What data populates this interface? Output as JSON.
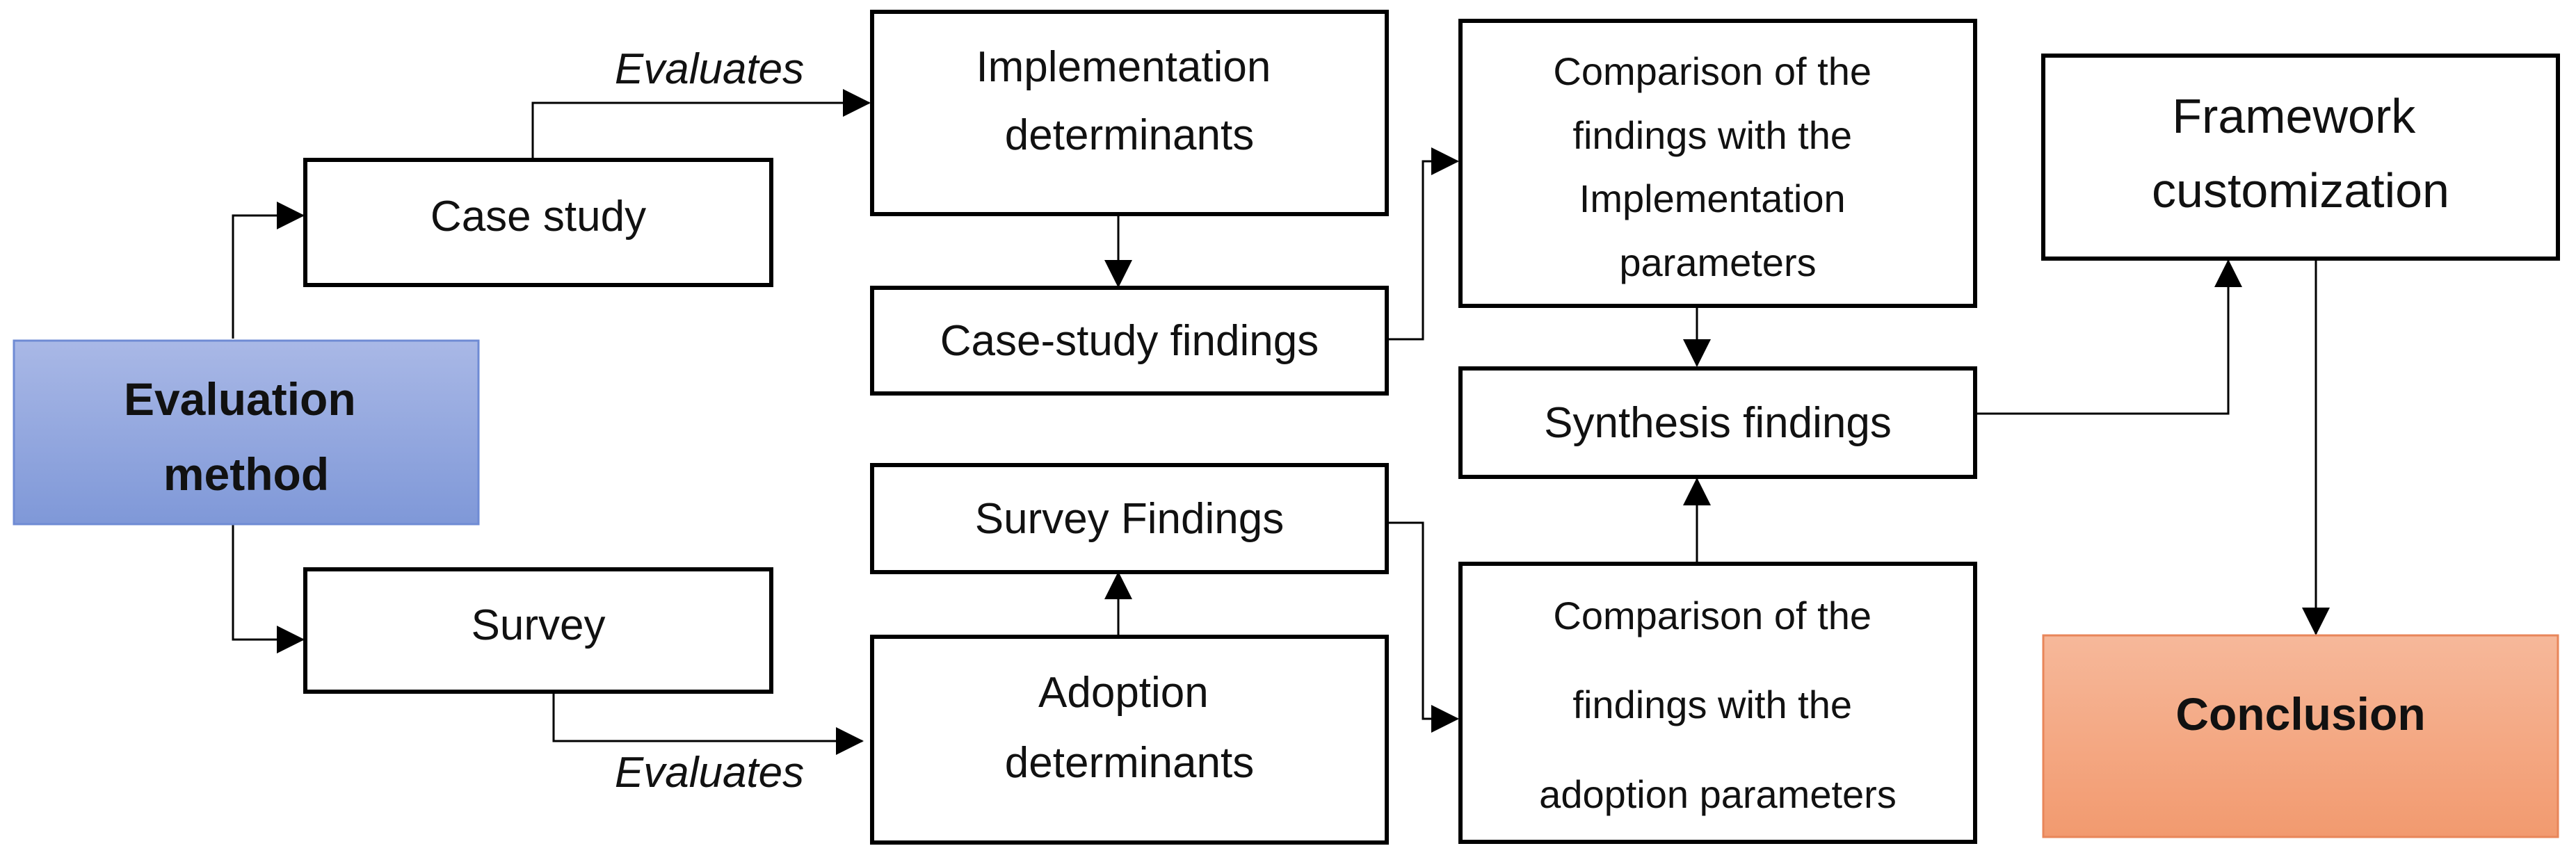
{
  "colors": {
    "evaluation_fill_top": "#a9b8e6",
    "evaluation_fill_bottom": "#7f98d8",
    "evaluation_stroke": "#6f8bd4",
    "conclusion_fill_top": "#f6b89a",
    "conclusion_fill_bottom": "#f29a6f",
    "conclusion_stroke": "#e8865a"
  },
  "nodes": {
    "evaluation_method": [
      "Evaluation",
      "method"
    ],
    "case_study": [
      "Case study"
    ],
    "survey": [
      "Survey"
    ],
    "implementation_determinants": [
      "Implementation",
      "determinants"
    ],
    "case_study_findings": [
      "Case-study findings"
    ],
    "survey_findings": [
      "Survey Findings"
    ],
    "adoption_determinants": [
      "Adoption",
      "determinants"
    ],
    "comparison_implementation": [
      "Comparison of the",
      "findings with the",
      "Implementation",
      "parameters"
    ],
    "synthesis_findings": [
      "Synthesis findings"
    ],
    "comparison_adoption": [
      "Comparison of the",
      "findings with the",
      "adoption parameters"
    ],
    "framework_customization": [
      "Framework",
      "customization"
    ],
    "conclusion": [
      "Conclusion"
    ]
  },
  "edges": {
    "evaluates_top": "Evaluates",
    "evaluates_bottom": "Evaluates"
  }
}
